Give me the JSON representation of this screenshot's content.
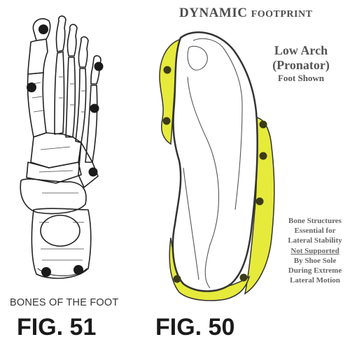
{
  "header": {
    "title_big": "DYNAMIC",
    "title_small": "FOOTPRINT"
  },
  "arch_label": {
    "line1": "Low Arch",
    "line2": "(Pronator)",
    "line3": "Foot Shown"
  },
  "note": {
    "lines": [
      "Bone Structures",
      "Essential for",
      "Lateral Stability",
      "Not Supported",
      "By Shoe Sole",
      "During Extreme",
      "Lateral Motion"
    ]
  },
  "bones_caption": "BONES OF THE FOOT",
  "fig_left": "FIG. 51",
  "fig_right": "FIG. 50",
  "colors": {
    "highlight_yellow": "#e6ea3a",
    "outline": "#333333",
    "marker": "#1a1a1a"
  }
}
